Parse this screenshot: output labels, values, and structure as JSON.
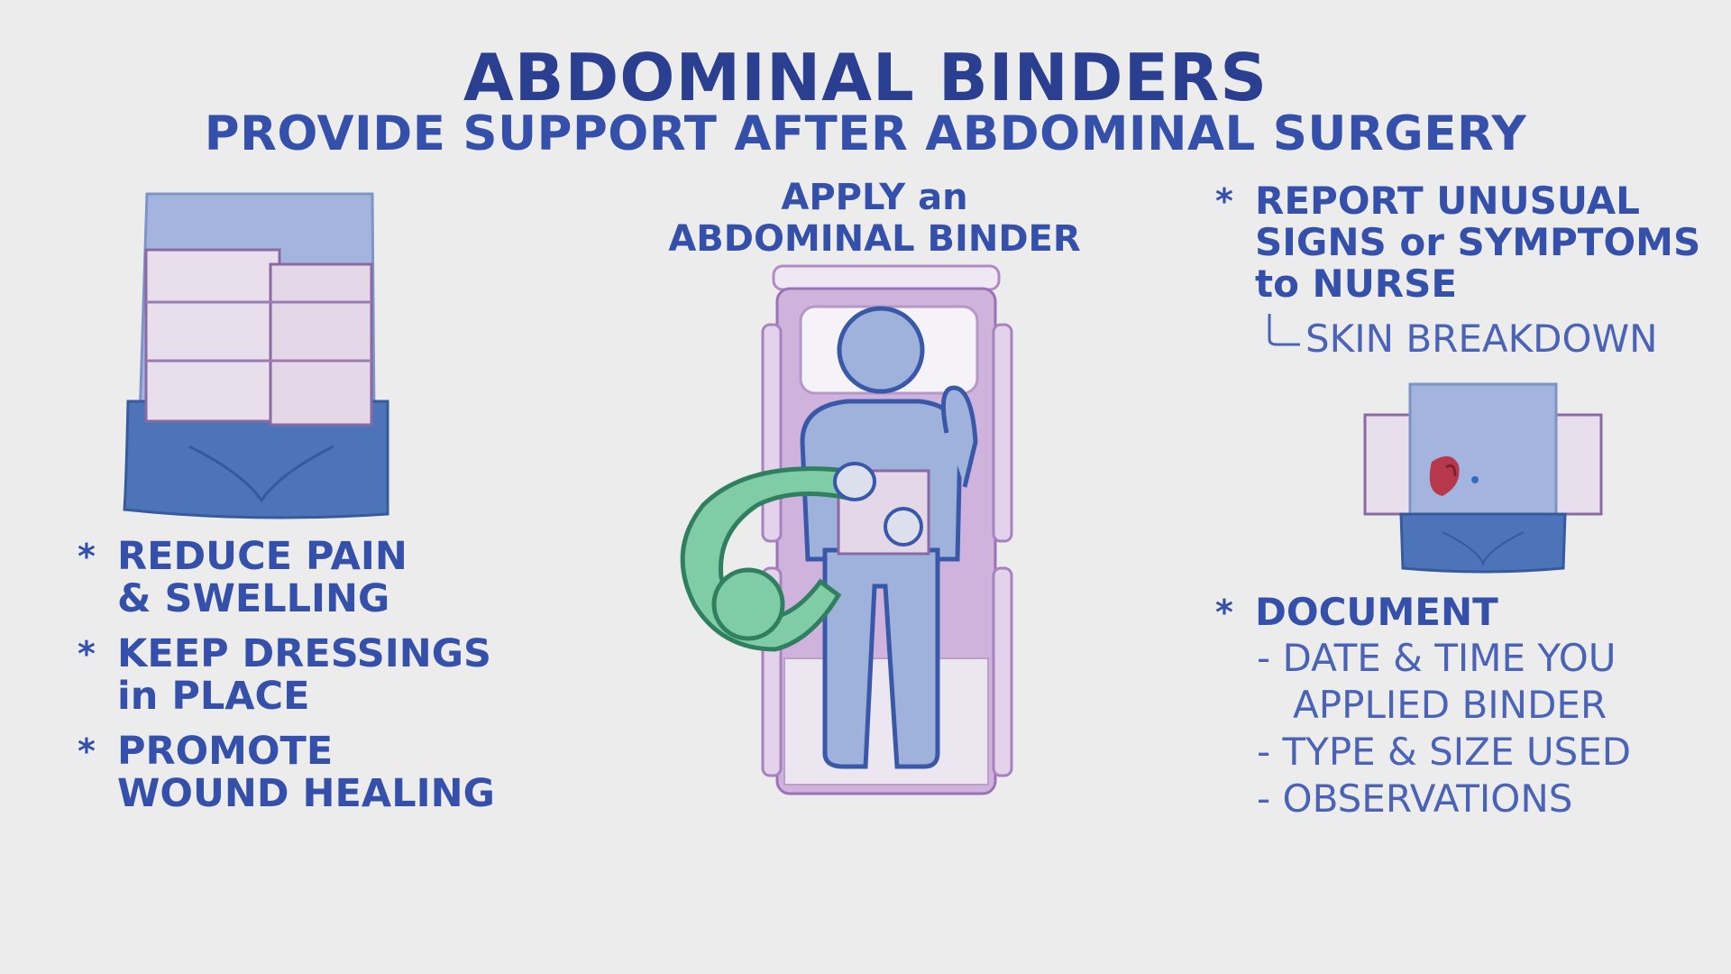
{
  "title": "ABDOMINAL BINDERS",
  "subtitle": "PROVIDE SUPPORT AFTER ABDOMINAL SURGERY",
  "center": {
    "heading_line1": "APPLY an",
    "heading_line2": "ABDOMINAL BINDER"
  },
  "left_benefits": [
    {
      "line1": "REDUCE PAIN",
      "line2": "& SWELLING"
    },
    {
      "line1": "KEEP DRESSINGS",
      "line2": "in PLACE"
    },
    {
      "line1": "PROMOTE",
      "line2": "WOUND HEALING"
    }
  ],
  "right": {
    "report": {
      "line1": "REPORT UNUSUAL",
      "line2": "SIGNS or SYMPTOMS",
      "line3": "to NURSE"
    },
    "skin": "SKIN BREAKDOWN",
    "document": {
      "label": "DOCUMENT",
      "items": [
        "- DATE & TIME YOU",
        "   APPLIED BINDER",
        "- TYPE & SIZE USED",
        "- OBSERVATIONS"
      ]
    }
  },
  "bullet_symbol": "*",
  "colors": {
    "background": "#ececec",
    "title": "#2a3f8f",
    "text": "#3450aa",
    "skin": "#9fb2dc",
    "pants": "#4d74b8",
    "binder": "#e6dbe8",
    "bed": "#c9a8d6",
    "glove": "#6fc49a",
    "wound": "#b8384b"
  }
}
